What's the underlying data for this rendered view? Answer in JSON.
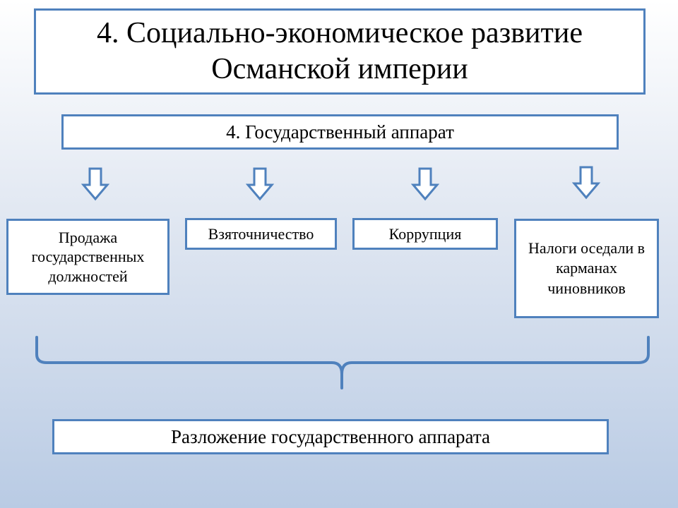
{
  "title": "4. Социально-экономическое развитие Османской империи",
  "apparatus": "4. Государственный аппарат",
  "items": [
    {
      "label": "Продажа государственных должностей"
    },
    {
      "label": "Взяточничество"
    },
    {
      "label": "Коррупция"
    },
    {
      "label": "Налоги оседали в карманах чиновников"
    }
  ],
  "result": "Разложение государственного аппарата",
  "colors": {
    "border": "#4f81bd",
    "box_fill": "#ffffff",
    "background_top": "#ffffff",
    "background_bottom": "#b9cbe4"
  },
  "icons": [
    "arrow-down-icon",
    "curly-brace-icon"
  ]
}
